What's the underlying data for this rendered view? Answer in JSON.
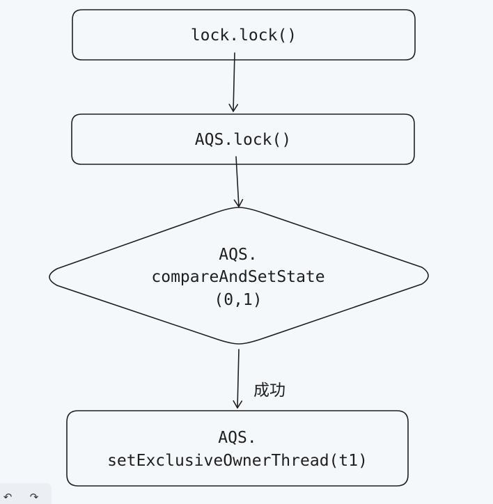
{
  "nodes": {
    "lock_call": "lock.lock()",
    "aqs_lock": "AQS.lock()",
    "cas_line1": "AQS.",
    "cas_line2": "compareAndSetState",
    "cas_line3": "(0,1)",
    "set_owner_line1": "AQS.",
    "set_owner_line2": "setExclusiveOwnerThread(t1)"
  },
  "edges": {
    "success_label": "成功"
  },
  "toolbar": {
    "undo_icon": "undo-icon",
    "redo_icon": "redo-icon",
    "undo_glyph": "↶",
    "redo_glyph": "↷"
  },
  "colors": {
    "background": "#f5f8fb",
    "stroke": "#1e1e1e"
  }
}
